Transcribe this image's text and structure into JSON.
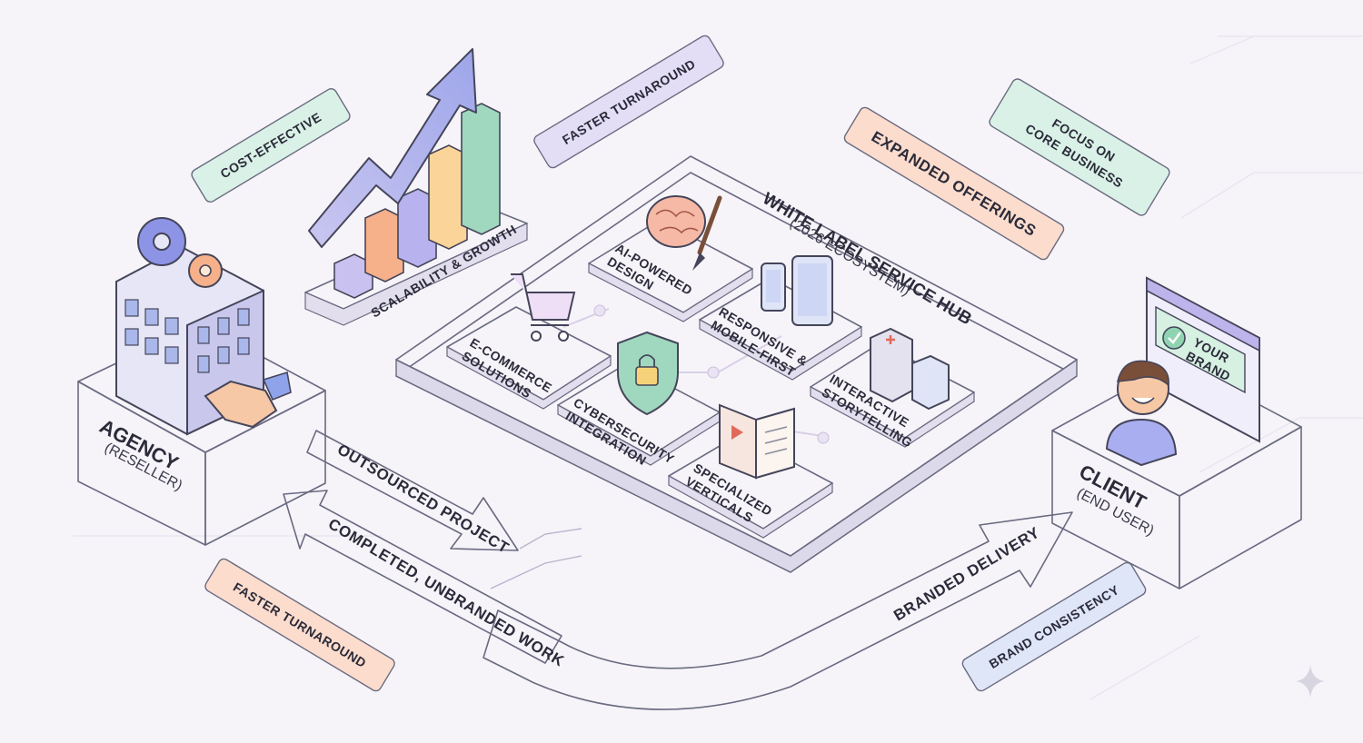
{
  "hub": {
    "title": "WHITE LABEL SERVICE HUB",
    "subtitle": "(2026 ECOSYSTEM)"
  },
  "agency": {
    "title": "AGENCY",
    "subtitle": "(RESELLER)"
  },
  "client": {
    "title": "CLIENT",
    "subtitle": "(END USER)",
    "screen_line1": "YOUR",
    "screen_line2": "BRAND"
  },
  "services": {
    "ecommerce": [
      "E-COMMERCE",
      "SOLUTIONS"
    ],
    "ai_design": [
      "AI-POWERED",
      "DESIGN"
    ],
    "responsive": [
      "RESPONSIVE &",
      "MOBILE-FIRST"
    ],
    "cybersecurity": [
      "CYBERSECURITY",
      "INTEGRATION"
    ],
    "storytelling": [
      "INTERACTIVE",
      "STORYTELLING"
    ],
    "verticals": [
      "SPECIALIZED",
      "VERTICALS"
    ]
  },
  "benefits": {
    "cost_effective": "COST-EFFECTIVE",
    "faster_top": "FASTER TURNAROUND",
    "focus": [
      "FOCUS ON",
      "CORE BUSINESS"
    ],
    "expanded": "EXPANDED OFFERINGS",
    "scalability": "SCALABILITY & GROWTH",
    "faster_bottom": "FASTER TURNAROUND",
    "brand_consistency": "BRAND CONSISTENCY"
  },
  "flows": {
    "outsourced": "OUTSOURCED PROJECT",
    "completed": "COMPLETED, UNBRANDED WORK",
    "branded": "BRANDED DELIVERY"
  },
  "colors": {
    "mint": "#d9f1e6",
    "lavender": "#e3def5",
    "peach": "#fbdccd",
    "blue": "#dfe6f7",
    "purple": "#a79be3",
    "orange": "#f6b08a",
    "green": "#8fd3b0"
  }
}
